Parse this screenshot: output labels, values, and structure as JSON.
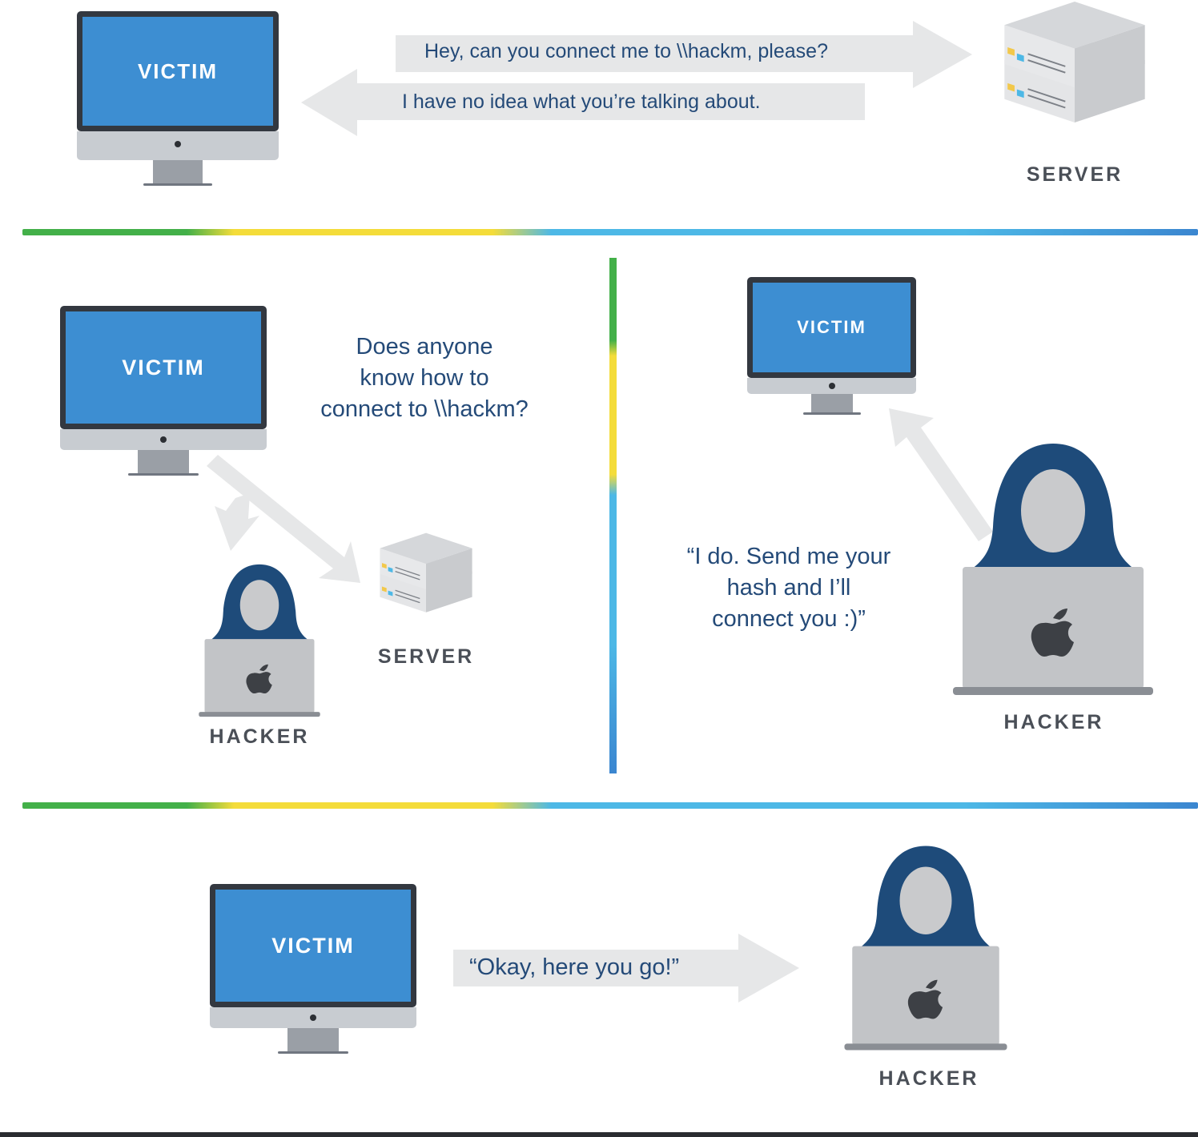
{
  "top": {
    "victim_label": "VICTIM",
    "request_text": "Hey, can you connect me to \\\\hackm, please?",
    "response_text": "I have no idea what you’re talking about.",
    "server_label": "SERVER"
  },
  "middle_left": {
    "victim_label": "VICTIM",
    "question_text_line1": "Does anyone",
    "question_text_line2": "know how to",
    "question_text_line3": "connect to \\\\hackm?",
    "hacker_label": "HACKER",
    "server_label": "SERVER"
  },
  "middle_right": {
    "victim_label": "VICTIM",
    "hacker_reply_line1": "“I do. Send me your",
    "hacker_reply_line2": "hash and I’ll",
    "hacker_reply_line3": "connect you :)”",
    "hacker_label": "HACKER"
  },
  "bottom": {
    "victim_label": "VICTIM",
    "send_text": "“Okay, here you go!”",
    "hacker_label": "HACKER"
  },
  "colors": {
    "screen_blue": "#3d8ed2",
    "hood_navy": "#1e4b7a",
    "text_navy": "#244a78",
    "arrow_gray": "#e6e7e8",
    "divider_green": "#43b049",
    "divider_yellow": "#f4dc3a",
    "divider_blue": "#4db8e6"
  }
}
